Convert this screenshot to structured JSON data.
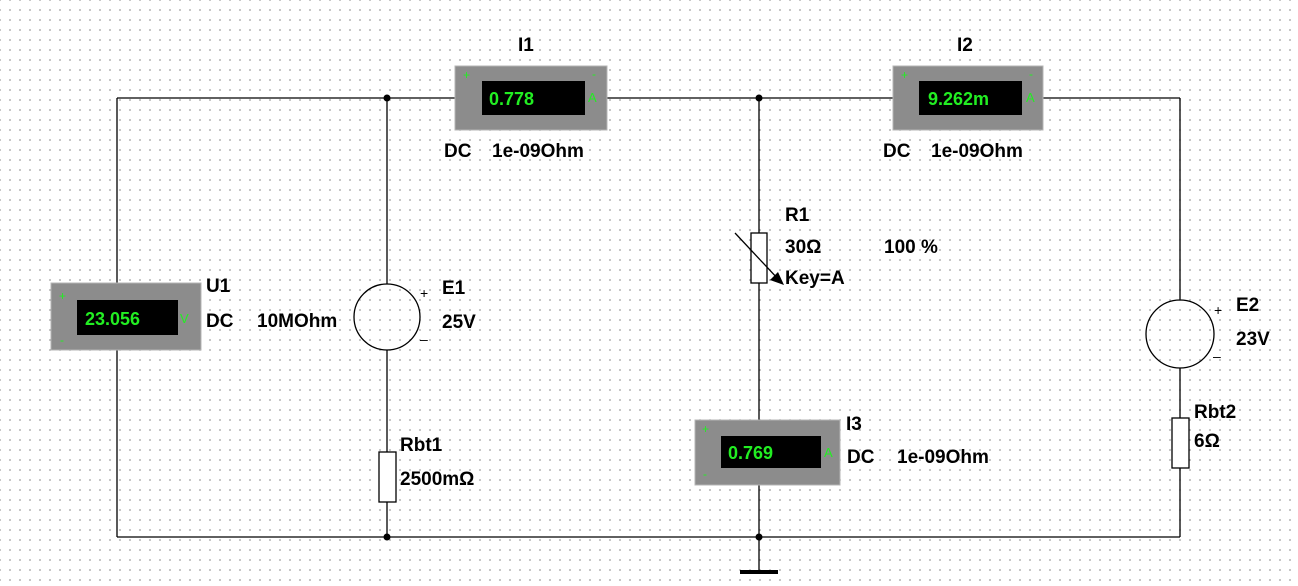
{
  "meters": {
    "I1": {
      "name": "I1",
      "reading": "0.778",
      "unit": "A",
      "mode": "DC",
      "resistance": "1e-09Ohm",
      "plus": "+",
      "minus": "-"
    },
    "I2": {
      "name": "I2",
      "reading": "9.262m",
      "unit": "A",
      "mode": "DC",
      "resistance": "1e-09Ohm",
      "plus": "+",
      "minus": "-"
    },
    "I3": {
      "name": "I3",
      "reading": "0.769",
      "unit": "A",
      "mode": "DC",
      "resistance": "1e-09Ohm",
      "plus": "+",
      "minus": "-"
    },
    "U1": {
      "name": "U1",
      "reading": "23.056",
      "unit": "V",
      "mode": "DC",
      "resistance": "10MOhm",
      "plus": "+",
      "minus": "-"
    }
  },
  "sources": {
    "E1": {
      "name": "E1",
      "value": "25V",
      "plus": "+",
      "minus": "–"
    },
    "E2": {
      "name": "E2",
      "value": "23V",
      "plus": "+",
      "minus": "–"
    }
  },
  "resistors": {
    "R1": {
      "name": "R1",
      "value": "30Ω",
      "percent": "100 %",
      "key": "Key=A"
    },
    "Rbt1": {
      "name": "Rbt1",
      "value": "2500mΩ"
    },
    "Rbt2": {
      "name": "Rbt2",
      "value": "6Ω"
    }
  },
  "colors": {
    "meter_body": "#8c8c8c",
    "meter_screen": "#000000",
    "meter_text": "#22ee22",
    "wire": "#000000"
  }
}
